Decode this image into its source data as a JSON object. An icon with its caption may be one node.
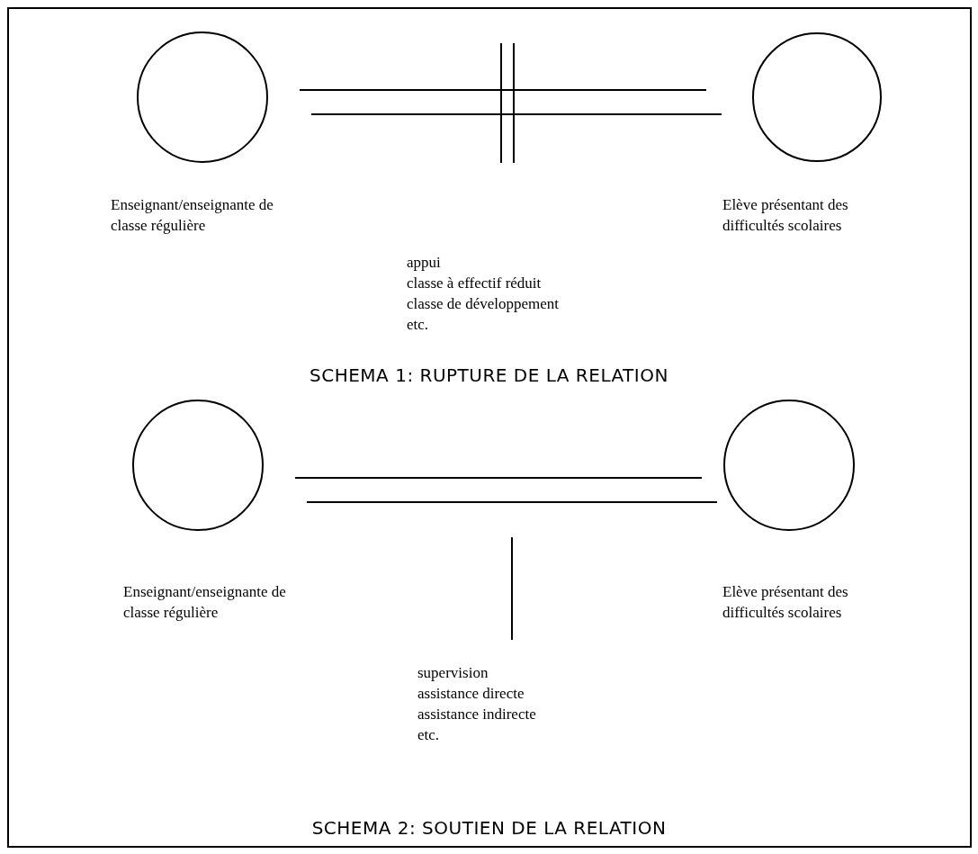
{
  "diagram": {
    "nodes": [
      {
        "text": [
          "Enseignant/enseignante de classe régulière"
        ]
      },
      {
        "text": [
          "Elève présentant des difficultés scolaires"
        ]
      },
      {
        "text": [
          "Enseignant/enseignante de classe régulière"
        ]
      },
      {
        "text": [
          "Elève présentant des difficultés scolaires"
        ]
      }
    ],
    "edges": [
      {
        "from": 0,
        "to": 1,
        "arrow": "none"
      },
      {
        "from": 0,
        "to": 1,
        "arrow": "none"
      },
      {
        "from": 2,
        "to": 3,
        "arrow": "none"
      },
      {
        "from": 2,
        "to": 3,
        "arrow": "none"
      }
    ],
    "labels": [
      "appui",
      "classe à effectif réduit",
      "classe de développement",
      "etc.",
      "SCHEMA 1: RUPTURE DE LA RELATION",
      "supervision",
      "assistance directe",
      "assistance indirecte",
      "etc.",
      "SCHEMA 2: SOUTIEN DE LA RELATION"
    ]
  }
}
